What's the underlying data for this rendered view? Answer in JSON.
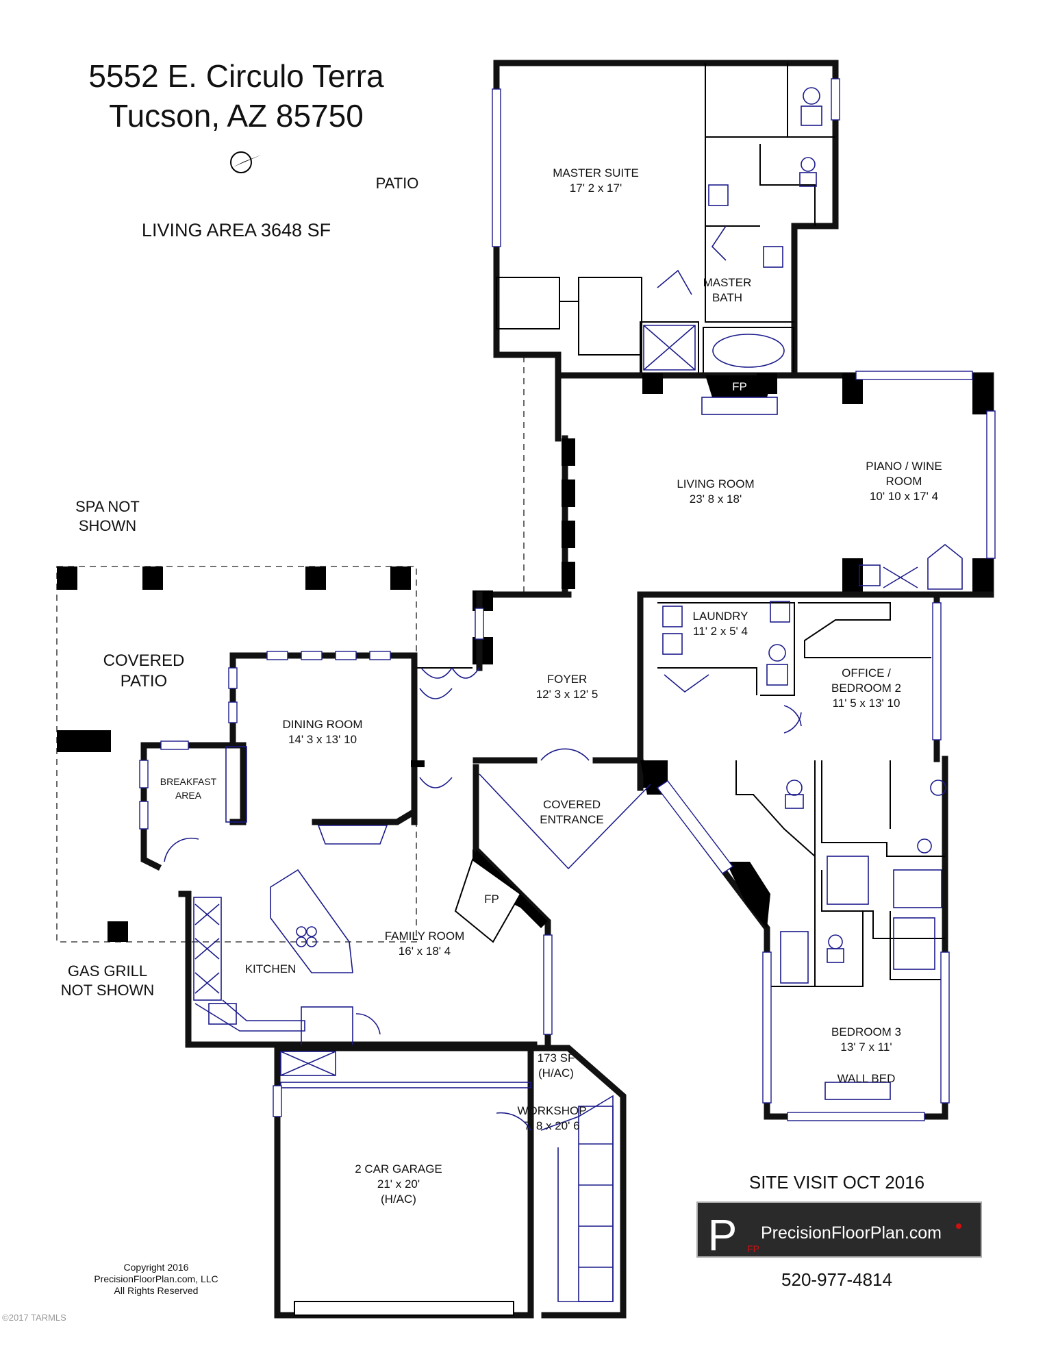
{
  "header": {
    "address_line1": "5552 E. Circulo Terra",
    "address_line2": "Tucson, AZ  85750",
    "living_area": "LIVING AREA  3648 SF"
  },
  "labels": {
    "patio": "PATIO",
    "spa_line1": "SPA NOT",
    "spa_line2": "SHOWN",
    "covered_patio_line1": "COVERED",
    "covered_patio_line2": "PATIO",
    "gas_grill_line1": "GAS GRILL",
    "gas_grill_line2": "NOT SHOWN",
    "fp": "FP"
  },
  "rooms": {
    "master_suite": {
      "name": "MASTER SUITE",
      "dims": "17' 2 x 17'"
    },
    "master_bath": {
      "line1": "MASTER",
      "line2": "BATH"
    },
    "living_room": {
      "name": "LIVING ROOM",
      "dims": "23' 8  x 18'"
    },
    "piano_wine": {
      "line1": "PIANO / WINE",
      "line2": "ROOM",
      "dims": "10' 10 x 17' 4"
    },
    "laundry": {
      "name": "LAUNDRY",
      "dims": "11' 2 x 5' 4"
    },
    "office": {
      "line1": "OFFICE /",
      "line2": "BEDROOM 2",
      "dims": "11' 5 x 13' 10"
    },
    "foyer": {
      "name": "FOYER",
      "dims": "12' 3 x 12' 5"
    },
    "dining": {
      "name": "DINING ROOM",
      "dims": "14' 3 x 13' 10"
    },
    "breakfast": {
      "line1": "BREAKFAST",
      "line2": "AREA"
    },
    "covered_entrance": {
      "line1": "COVERED",
      "line2": "ENTRANCE"
    },
    "kitchen": {
      "name": "KITCHEN"
    },
    "family_room": {
      "name": "FAMILY ROOM",
      "dims": "16' x 18' 4"
    },
    "bedroom3": {
      "name": "BEDROOM 3",
      "dims": "13' 7 x 11'",
      "extra": "WALL BED"
    },
    "workshop": {
      "line1": "173 SF",
      "line2": "(H/AC)",
      "name": "WORKSHOP",
      "dims": "7' 8 x 20' 6"
    },
    "garage": {
      "name": "2 CAR GARAGE",
      "dims": "21' x 20'",
      "note": "(H/AC)"
    }
  },
  "footer": {
    "site_visit": "SITE VISIT  OCT 2016",
    "logo_text": "PrecisionFloorPlan.com",
    "logo_mark": "P",
    "logo_mark_small": "FP",
    "phone": "520-977-4814",
    "copyright_line1": "Copyright 2016",
    "copyright_line2": "PrecisionFloorPlan.com, LLC",
    "copyright_line3": "All Rights Reserved",
    "watermark": "©2017 TARMLS"
  },
  "colors": {
    "wall": "#000000",
    "fixture": "#1a1a8a",
    "logo_bg": "#2a2a2a",
    "logo_accent": "#cc1111"
  }
}
